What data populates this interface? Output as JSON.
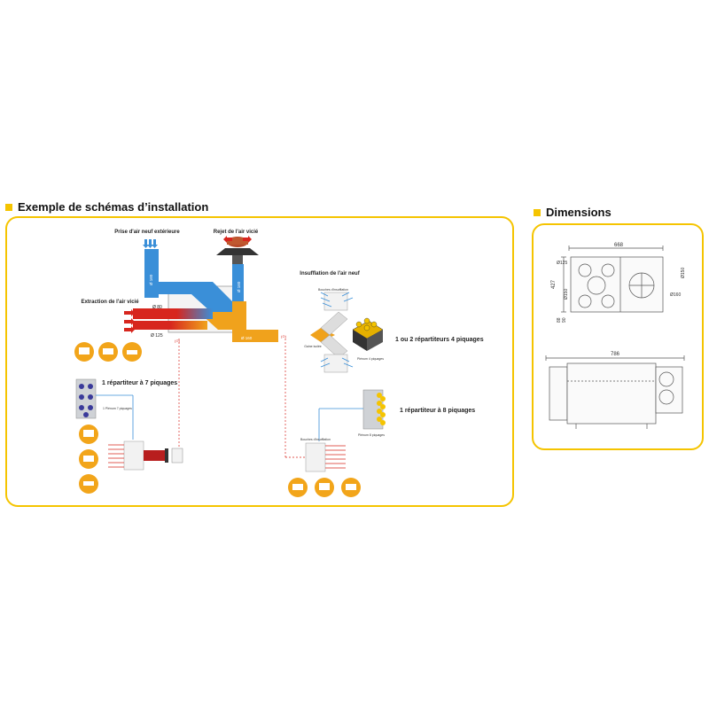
{
  "install": {
    "title": "Exemple de schémas d’installation",
    "label_fresh_intake": "Prise d'air neuf extérieure",
    "label_exhaust_out": "Rejet de l'air vicié",
    "label_extraction": "Extraction de l'air vicié",
    "label_insufflation": "Insufflation de l'air neuf",
    "label_4_piquages": "1 ou 2 répartiteurs 4 piquages",
    "label_7_piquages": "1 répartiteur à 7 piquages",
    "label_8_piquages": "1 répartiteur à 8 piquages",
    "small_bouches_insufflation_a": "Bouches d'insufflation",
    "small_bouches_insufflation_b": "Bouches d'insufflation",
    "small_gaine_isolee": "Gaine isolée",
    "small_plenum_4": "Plénum 4 piquages",
    "small_plenum_7": "1 Plénum 7 piquages",
    "small_plenum_8": "Plénum 8 piquages",
    "dia_80": "Ø 80",
    "dia_125": "Ø 125",
    "dia_160_a": "Ø 160",
    "dia_160_b": "Ø 160",
    "dia_160_c": "Ø 160"
  },
  "dimensions": {
    "title": "Dimensions",
    "width_top": "668",
    "width_bottom": "786",
    "height_left": "427",
    "dia_125": "Ø125",
    "dia_150_left": "Ø150",
    "dia_150_right": "Ø150",
    "dia_160": "Ø160",
    "offset_88": "88",
    "offset_90": "90"
  },
  "colors": {
    "accent": "#f5c400",
    "fresh_air": "#3a8fd8",
    "stale_air": "#d7261e",
    "supply_air": "#f0a21c"
  }
}
